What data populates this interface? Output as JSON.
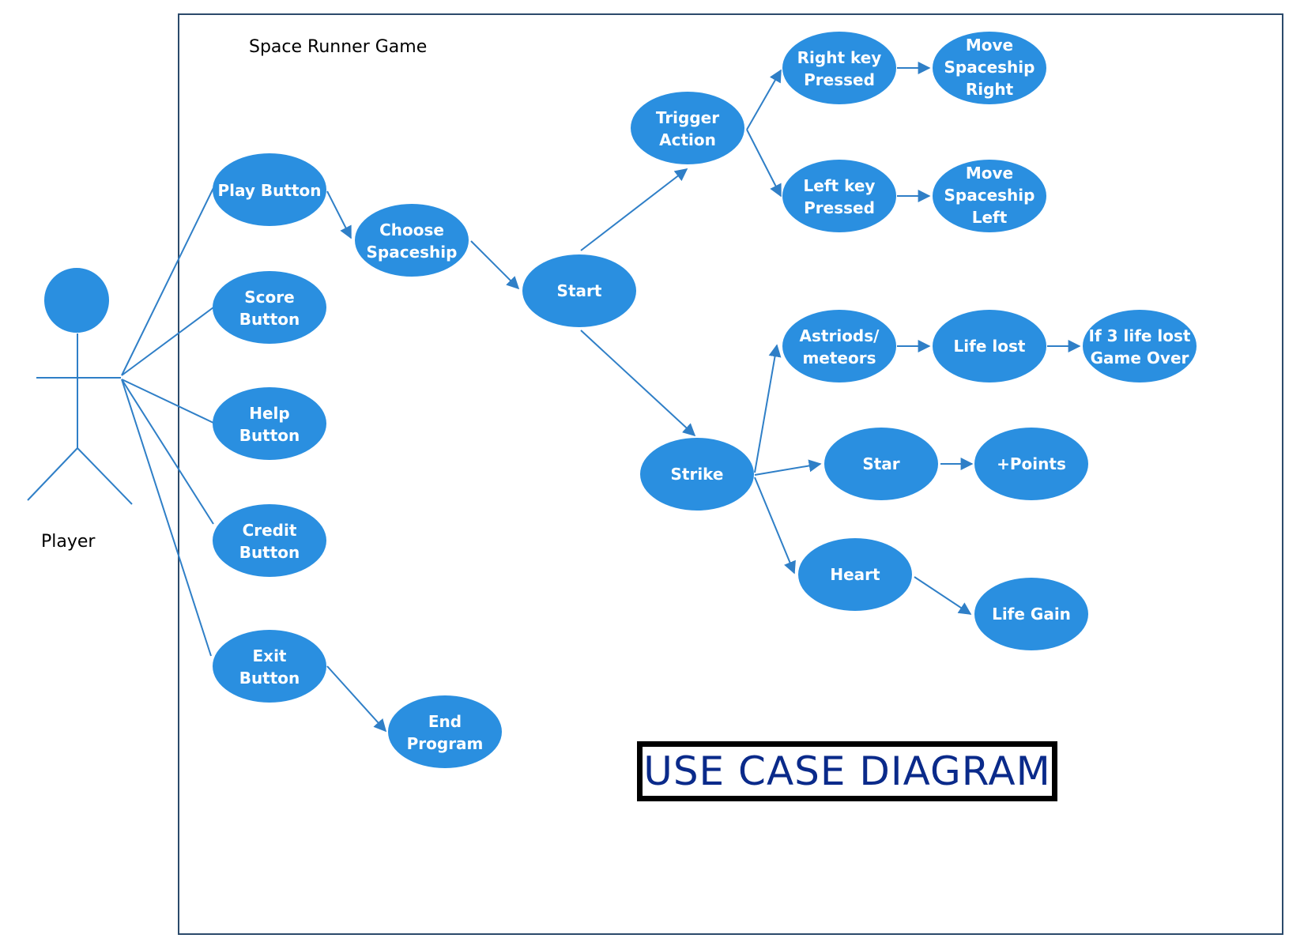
{
  "diagram": {
    "system_title": "Space Runner Game",
    "actor_label": "Player",
    "caption": "USE CASE DIAGRAM",
    "colors": {
      "use_case_fill": "#2a8fe0",
      "line": "#2f7fc7",
      "caption_text": "#0a2a8a",
      "boundary": "#2b4a6b"
    },
    "use_cases": {
      "play": "Play Button",
      "score": [
        "Score",
        "Button"
      ],
      "help": [
        "Help",
        "Button"
      ],
      "credit": [
        "Credit",
        "Button"
      ],
      "exit": [
        "Exit",
        "Button"
      ],
      "choose": [
        "Choose",
        "Spaceship"
      ],
      "start": "Start",
      "end": [
        "End",
        "Program"
      ],
      "trigger": [
        "Trigger",
        "Action"
      ],
      "right_key": [
        "Right key",
        "Pressed"
      ],
      "left_key": [
        "Left key",
        "Pressed"
      ],
      "move_right": [
        "Move",
        "Spaceship",
        "Right"
      ],
      "move_left": [
        "Move",
        "Spaceship",
        "Left"
      ],
      "strike": "Strike",
      "asteroids": [
        "Astriods/",
        "meteors"
      ],
      "life_lost": "Life lost",
      "game_over": [
        "If 3 life lost",
        "Game Over"
      ],
      "star": "Star",
      "points": "+Points",
      "heart": "Heart",
      "life_gain": "Life Gain"
    }
  }
}
